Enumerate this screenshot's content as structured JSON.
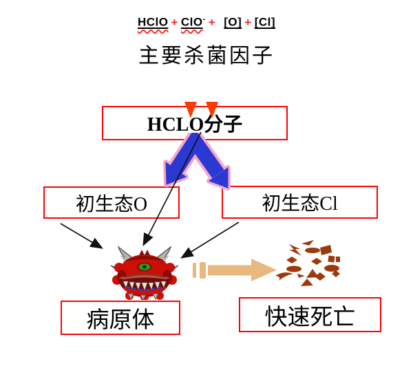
{
  "title": "主要杀菌因子",
  "formula": {
    "hclo": "HClO",
    "plus1": "+",
    "clo": "ClO",
    "clo_sup": "-",
    "plus2": "+",
    "bracket_o": "[O]",
    "plus3": "+",
    "bracket_cl": "[Cl]"
  },
  "boxes": {
    "hclo_molecule": "HCLO分子",
    "nascent_o": "初生态O",
    "nascent_cl": "初生态Cl",
    "pathogen": "病原体",
    "rapid_death": "快速死亡"
  },
  "icons": {
    "red_arrowheads": "red-down-triangles",
    "split_arrow": "blue-split-double-arrow",
    "thin_arrows": "black-converging-arrows",
    "pathogen_icon": "demon-germ-face",
    "death_arrow": "tan-right-arrow-dashed-tail",
    "debris": "scattered-brown-fragments"
  },
  "colors": {
    "box_border": "#ff0000",
    "plus_sign": "#ff2020",
    "wavy_underline": "#ff2a2a",
    "blue_arrow": "#2b38d2",
    "blue_arrow_outline": "#f5a8cc",
    "red_triangle": "#ff3a00",
    "tan_arrow": "#e8b87e",
    "debris": "#9c3a0c",
    "text": "#000000"
  }
}
